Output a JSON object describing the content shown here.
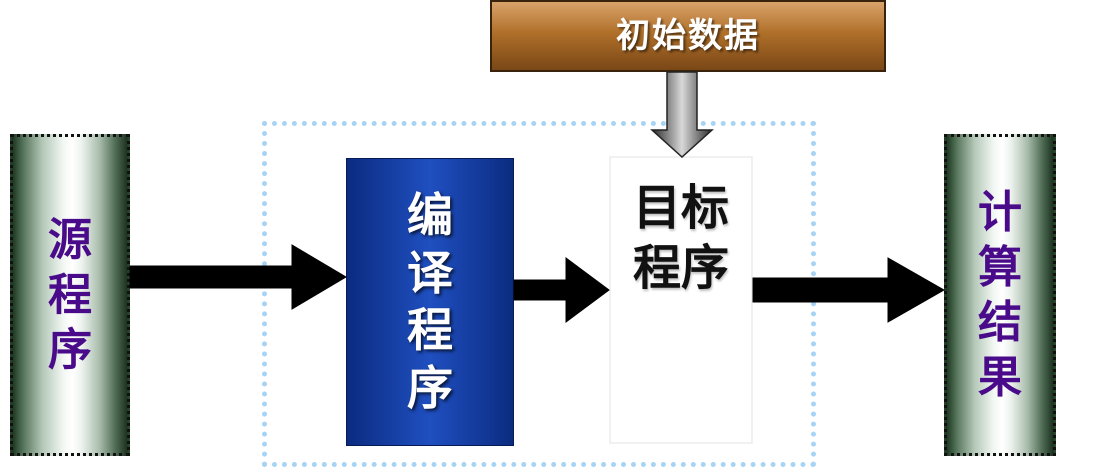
{
  "diagram": {
    "source_program": "源\n程\n序",
    "initial_data": "初始数据",
    "compiler": "编\n译\n程\n序",
    "target_program": "目标\n程序",
    "result": "计\n算\n结\n果"
  },
  "colors": {
    "source_text": "#4a0b8a",
    "compiler_fill": "#1f4fc0",
    "frame_dots": "#a7d3f4",
    "initial_data_fill": "#b0702a",
    "arrow": "#000000"
  }
}
